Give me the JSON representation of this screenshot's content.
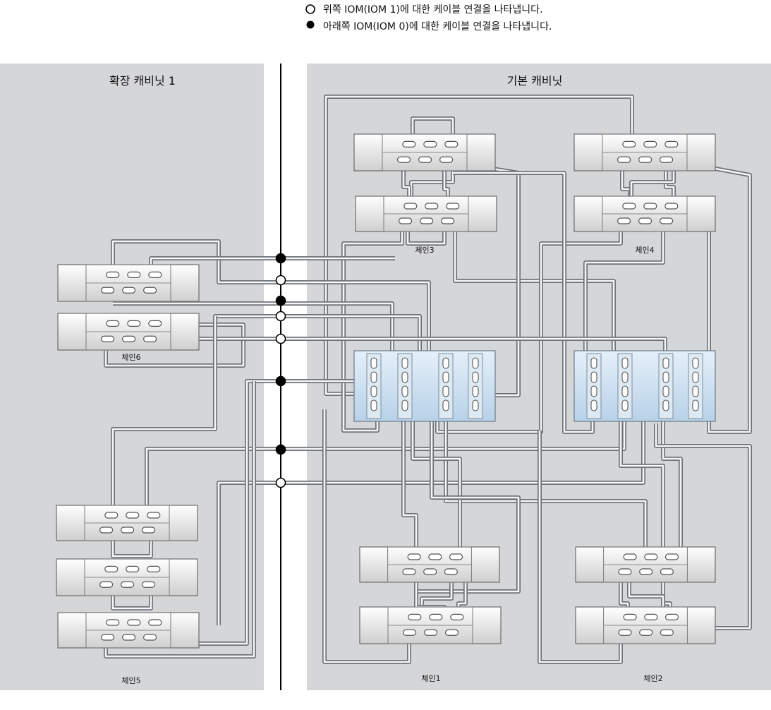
{
  "legend": {
    "open_text": "위쪽 IOM(IOM 1)에 대한 케이블 연결을 나타냅니다.",
    "filled_text": "아래쪽 IOM(IOM 0)에 대한 케이블 연결을 나타냅니다."
  },
  "panels": {
    "expansion_title": "확장 캐비닛 1",
    "base_title": "기본 캐비닛"
  },
  "chains": {
    "chain1": "체인1",
    "chain2": "체인2",
    "chain3": "체인3",
    "chain4": "체인4",
    "chain5": "체인5",
    "chain6": "체인6"
  },
  "colors": {
    "panel_bg": "#d5d6d8",
    "cable_outer": "#6e7378",
    "cable_inner": "#f4f5f6",
    "controller_fill": "#c5dbee",
    "tray_fill": "#e9e9e9"
  }
}
